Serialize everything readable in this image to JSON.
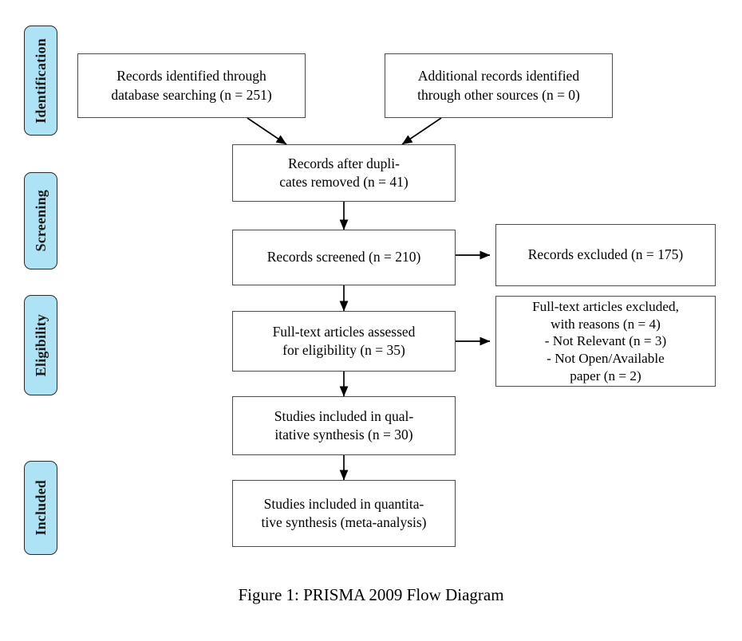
{
  "figure": {
    "caption": "Figure 1: PRISMA 2009 Flow Diagram"
  },
  "colors": {
    "stage_tab_fill": "#ade3f5",
    "stage_tab_border": "#2b2b2b",
    "box_border": "#4d4d4d",
    "box_fill": "#ffffff",
    "text": "#000000",
    "connector": "#000000",
    "background": "#ffffff"
  },
  "stages": [
    {
      "label": "Identification"
    },
    {
      "label": "Screening"
    },
    {
      "label": "Eligibility"
    },
    {
      "label": "Included"
    }
  ],
  "boxes": {
    "identified_database": {
      "text": "Records identified through\ndatabase searching (n = 251)",
      "n": 251
    },
    "identified_other": {
      "text": "Additional records identified\nthrough other sources (n = 0)",
      "n": 0
    },
    "duplicates_removed": {
      "text": "Records after dupli-\ncates removed (n = 41)",
      "n": 41
    },
    "records_screened": {
      "text": "Records screened (n = 210)",
      "n": 210
    },
    "records_excluded": {
      "text": "Records excluded (n = 175)",
      "n": 175
    },
    "fulltext_assessed": {
      "text": "Full-text articles assessed\nfor eligibility (n = 35)",
      "n": 35
    },
    "fulltext_excluded": {
      "text": "Full-text articles excluded,\nwith reasons (n = 4)\n- Not Relevant (n = 3)\n- Not Open/Available\npaper (n = 2)",
      "n": 4
    },
    "qualitative_synthesis": {
      "text": "Studies included in qual-\nitative synthesis (n = 30)",
      "n": 30
    },
    "quantitative_synthesis": {
      "text": "Studies included in quantita-\ntive synthesis (meta-analysis)"
    }
  },
  "connectors": [
    {
      "name": "database-to-duplicates",
      "type": "diagonal-arrow"
    },
    {
      "name": "other-to-duplicates",
      "type": "diagonal-arrow"
    },
    {
      "name": "duplicates-to-screened",
      "type": "vertical-arrow"
    },
    {
      "name": "screened-to-excluded",
      "type": "horizontal-arrow"
    },
    {
      "name": "screened-to-fulltext",
      "type": "vertical-arrow"
    },
    {
      "name": "fulltext-to-fulltext-excluded",
      "type": "horizontal-arrow"
    },
    {
      "name": "fulltext-to-qualitative",
      "type": "vertical-arrow"
    },
    {
      "name": "qualitative-to-quantitative",
      "type": "vertical-arrow"
    }
  ]
}
